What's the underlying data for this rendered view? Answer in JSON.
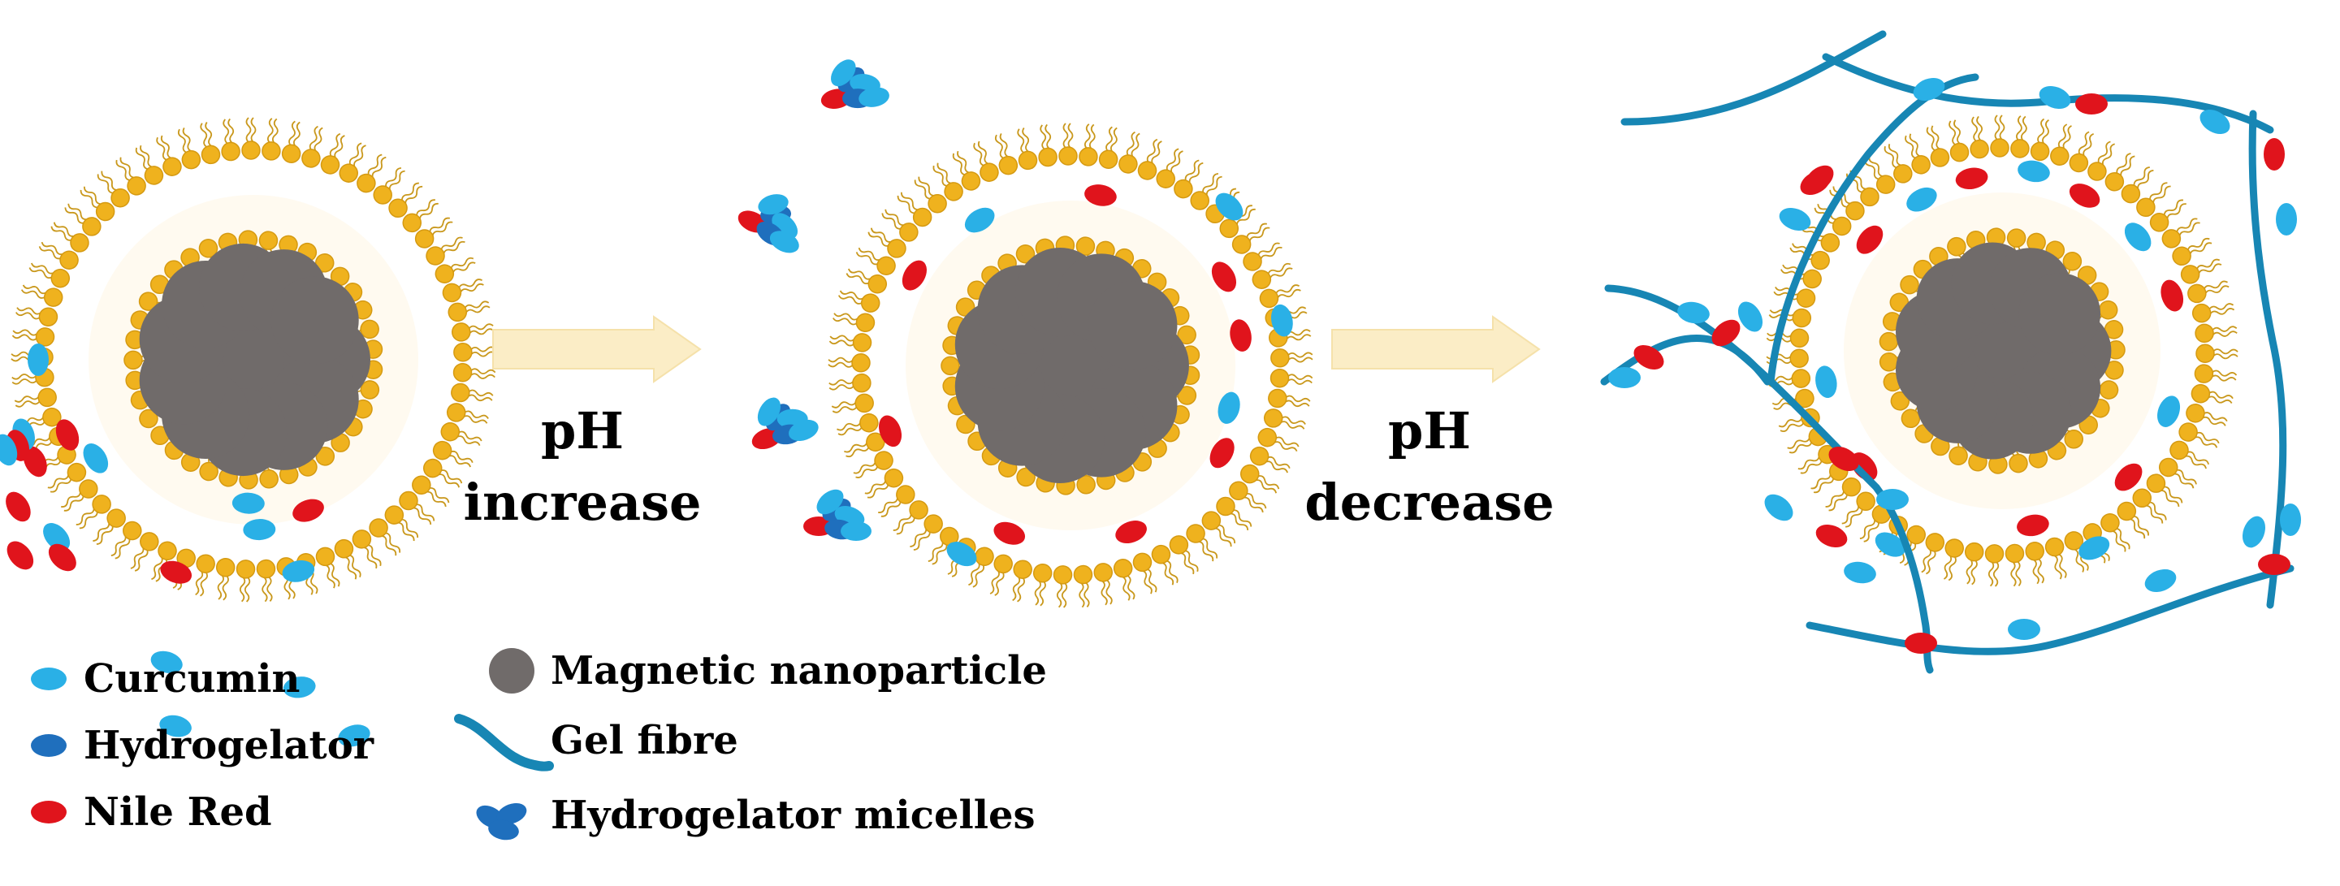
{
  "step1": {
    "line1": "pH",
    "line2": "increase"
  },
  "step2": {
    "line1": "pH",
    "line2": "decrease"
  },
  "legend": {
    "curcumin": "Curcumin",
    "hydrogelator": "Hydrogelator",
    "nile_red": "Nile Red",
    "magnetic_nanoparticle": "Magnetic nanoparticle",
    "gel_fibre": "Gel fibre",
    "hydrogelator_micelles": "Hydrogelator micelles"
  },
  "colors": {
    "curcumin": "#2ab0e6",
    "hydrogelator": "#1f6fbd",
    "nile_red": "#e0141c",
    "nanoparticle": "#706b6a",
    "lipid_head": "#efb21e",
    "lipid_tail": "#c9981c",
    "fibre": "#1786b4",
    "arrow": "#fbedc6"
  }
}
